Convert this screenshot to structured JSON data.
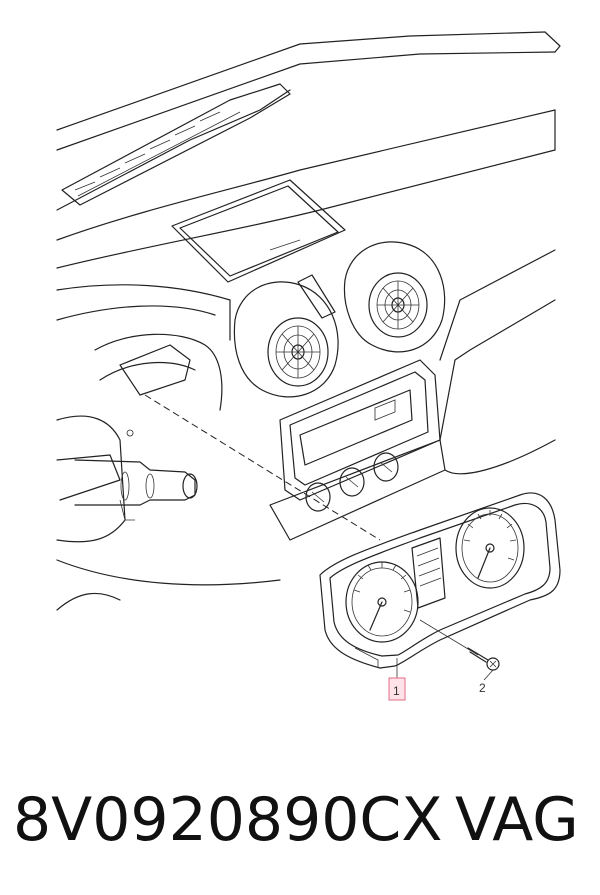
{
  "diagram": {
    "callouts": [
      {
        "label": "1"
      },
      {
        "label": "2"
      }
    ]
  },
  "footer": {
    "part_number": "8V0920890CX",
    "brand": "VAG"
  }
}
